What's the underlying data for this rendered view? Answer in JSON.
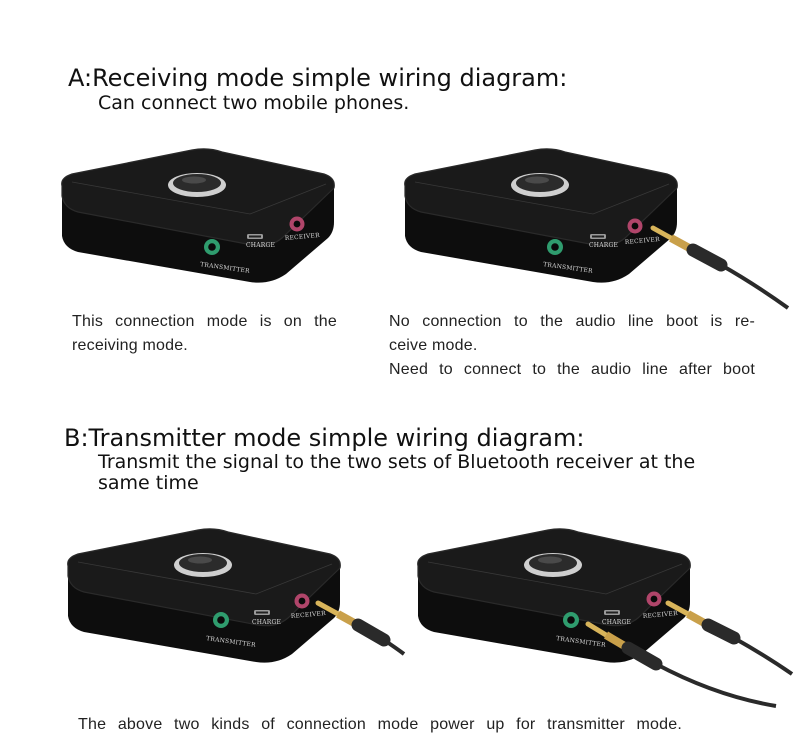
{
  "section_a": {
    "title": "A:Receiving mode simple wiring diagram:",
    "subtitle": "Can connect two mobile phones.",
    "left_caption": [
      "This connection mode is on the",
      "receiving mode."
    ],
    "right_caption": [
      "No connection to the audio line boot is re-",
      "ceive mode.",
      "Need to connect to the audio line after boot"
    ]
  },
  "section_b": {
    "title": "B:Transmitter mode simple wiring diagram:",
    "subtitle": [
      "Transmit the signal to the two sets of Bluetooth receiver at the",
      "same time"
    ],
    "footer": "The above two kinds of connection mode power up for transmitter mode."
  },
  "device_ports": {
    "transmitter": "TRANSMITTER",
    "charge": "CHARGE",
    "receiver": "RECEIVER"
  },
  "colors": {
    "transmitter_port": "#2f9c6e",
    "receiver_port": "#b0456a",
    "device_body": "#141414"
  }
}
